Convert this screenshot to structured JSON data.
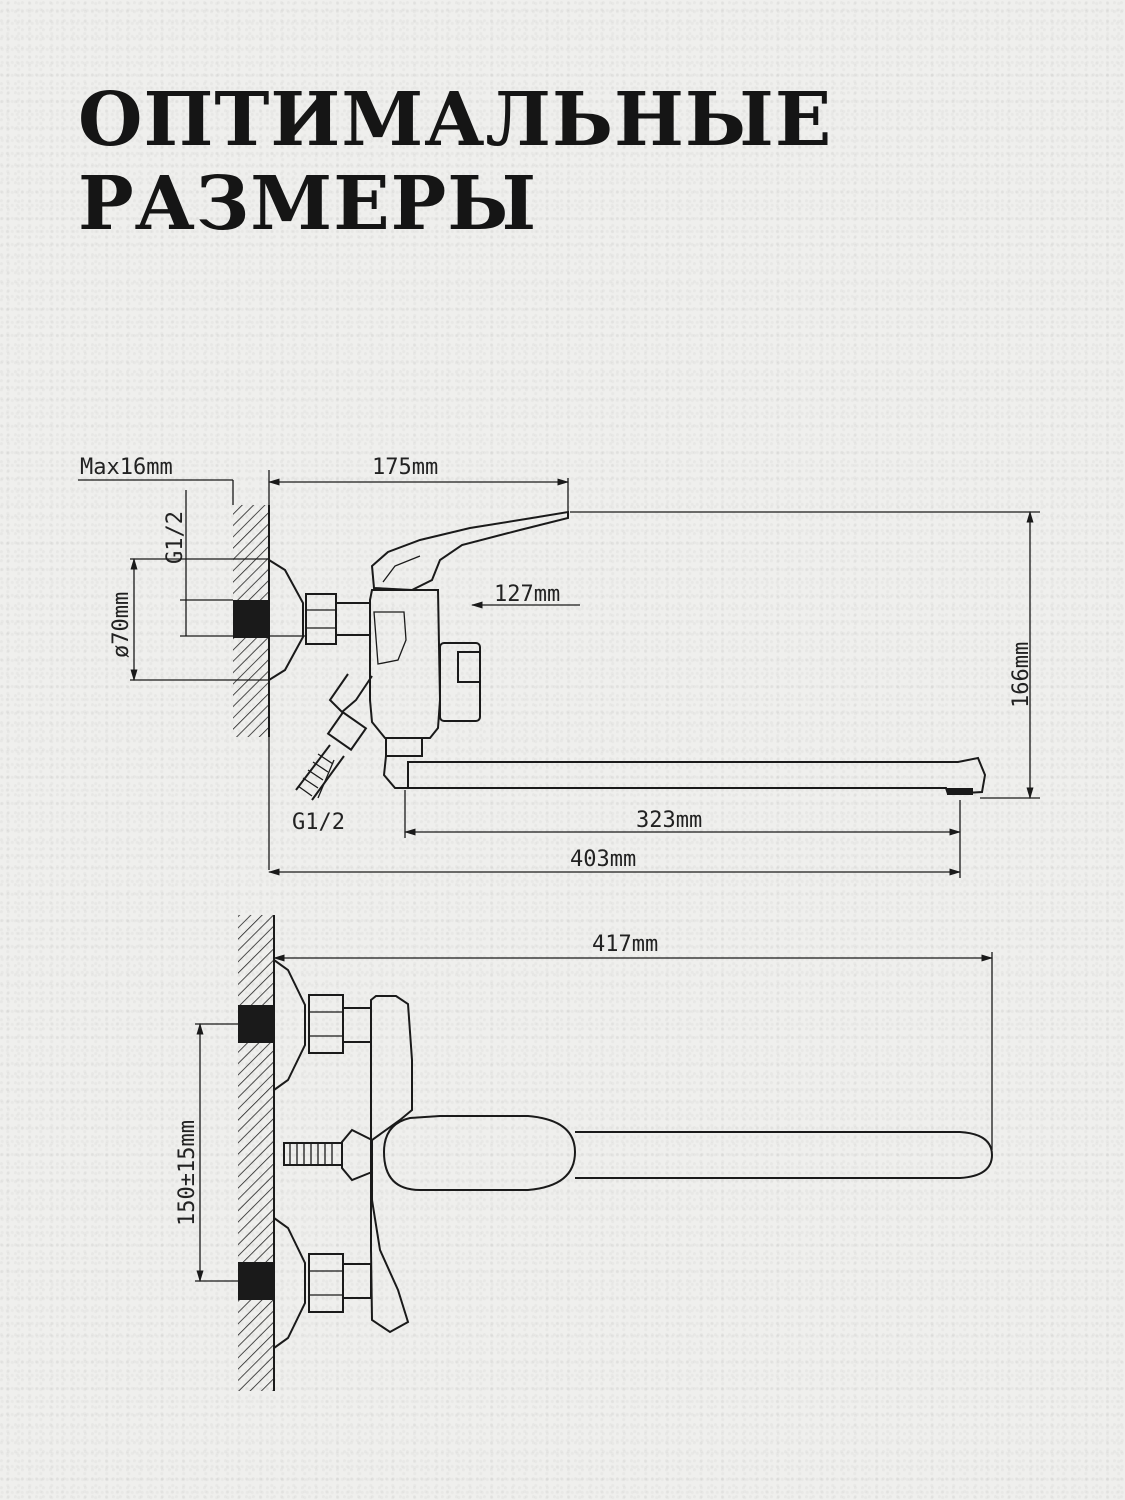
{
  "title": {
    "line1": "ОПТИМАЛЬНЫЕ",
    "line2": "РАЗМЕРЫ"
  },
  "side_view": {
    "max_depth": "Max16mm",
    "reach_top": "175mm",
    "thread_top": "G1/2",
    "diameter": "ø70mm",
    "body_offset": "127mm",
    "height": "166mm",
    "thread_bottom": "G1/2",
    "spout_length": "323mm",
    "total_length": "403mm"
  },
  "top_view": {
    "total_width": "417mm",
    "center_distance": "150±15mm"
  }
}
